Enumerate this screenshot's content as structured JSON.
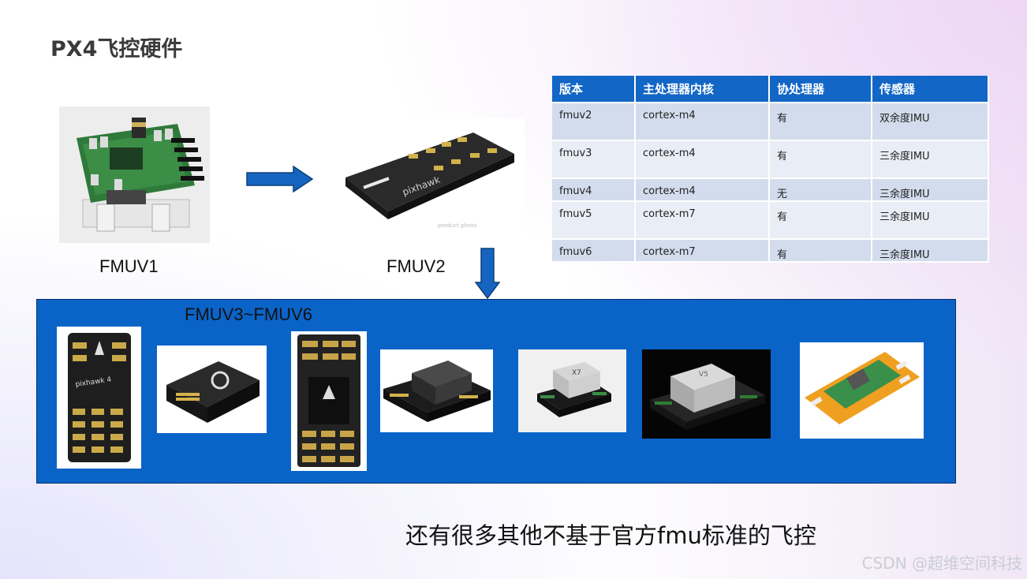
{
  "slide": {
    "title": "PX4飞控硬件",
    "boards": [
      {
        "caption": "FMUV1",
        "icon": "fmuv1-board-photo"
      },
      {
        "caption": "FMUV2",
        "icon": "fmuv2-pixhawk-photo"
      }
    ],
    "group_label": "FMUV3~FMUV6",
    "group_products": [
      "pixhawk-4-photo",
      "cube-style-controller-photo",
      "pixhawk-6-photo",
      "cube-orange-photo",
      "x7-controller-photo",
      "v5-controller-photo",
      "compute-module-carrier-photo"
    ],
    "bottom_text": "还有很多其他不基于官方fmu标准的飞控",
    "watermark": "CSDN @超维空间科技"
  },
  "table": {
    "headers": [
      "版本",
      "主处理器内核",
      "协处理器",
      "传感器"
    ],
    "rows": [
      [
        "fmuv2",
        "cortex-m4",
        "有",
        "双余度IMU"
      ],
      [
        "fmuv3",
        "cortex-m4",
        "有",
        "三余度IMU"
      ],
      [
        "fmuv4",
        "cortex-m4",
        "无",
        "三余度IMU"
      ],
      [
        "fmuv5",
        "cortex-m7",
        "有",
        "三余度IMU"
      ],
      [
        "fmuv6",
        "cortex-m7",
        "有",
        "三余度IMU"
      ]
    ]
  },
  "colors": {
    "accent_blue": "#1266c6",
    "box_blue": "#0a64c8",
    "arrow_blue": "#1565c0"
  }
}
